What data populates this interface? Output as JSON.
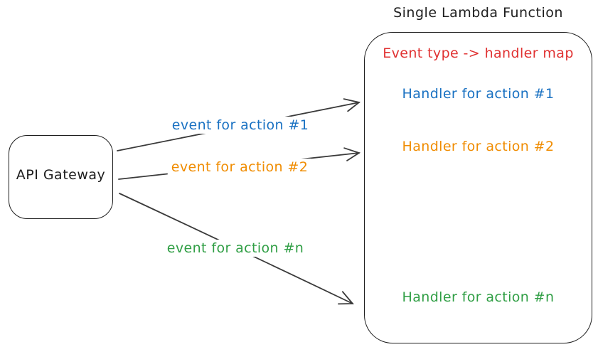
{
  "title": "Single Lambda Function",
  "gateway": {
    "label": "API Gateway"
  },
  "lambda": {
    "header": {
      "label": "Event type -> handler map",
      "color": "#e03131"
    },
    "handlers": [
      {
        "label": "Handler for action #1",
        "color": "#1971c2"
      },
      {
        "label": "Handler for action #2",
        "color": "#f08c00"
      },
      {
        "label": "Handler for action #n",
        "color": "#2f9e44"
      }
    ]
  },
  "arrows": [
    {
      "label": "event for action #1",
      "color": "#1971c2",
      "from": "API Gateway",
      "to": "Handler for action #1"
    },
    {
      "label": "event for action #2",
      "color": "#f08c00",
      "from": "API Gateway",
      "to": "Handler for action #2"
    },
    {
      "label": "event for action #n",
      "color": "#2f9e44",
      "from": "API Gateway",
      "to": "Handler for action #n"
    }
  ],
  "colors": {
    "stroke": "#1e1e1e",
    "arrow_stroke": "#3a3a3a",
    "red": "#e03131",
    "blue": "#1971c2",
    "orange": "#f08c00",
    "green": "#2f9e44",
    "background": "#ffffff"
  }
}
